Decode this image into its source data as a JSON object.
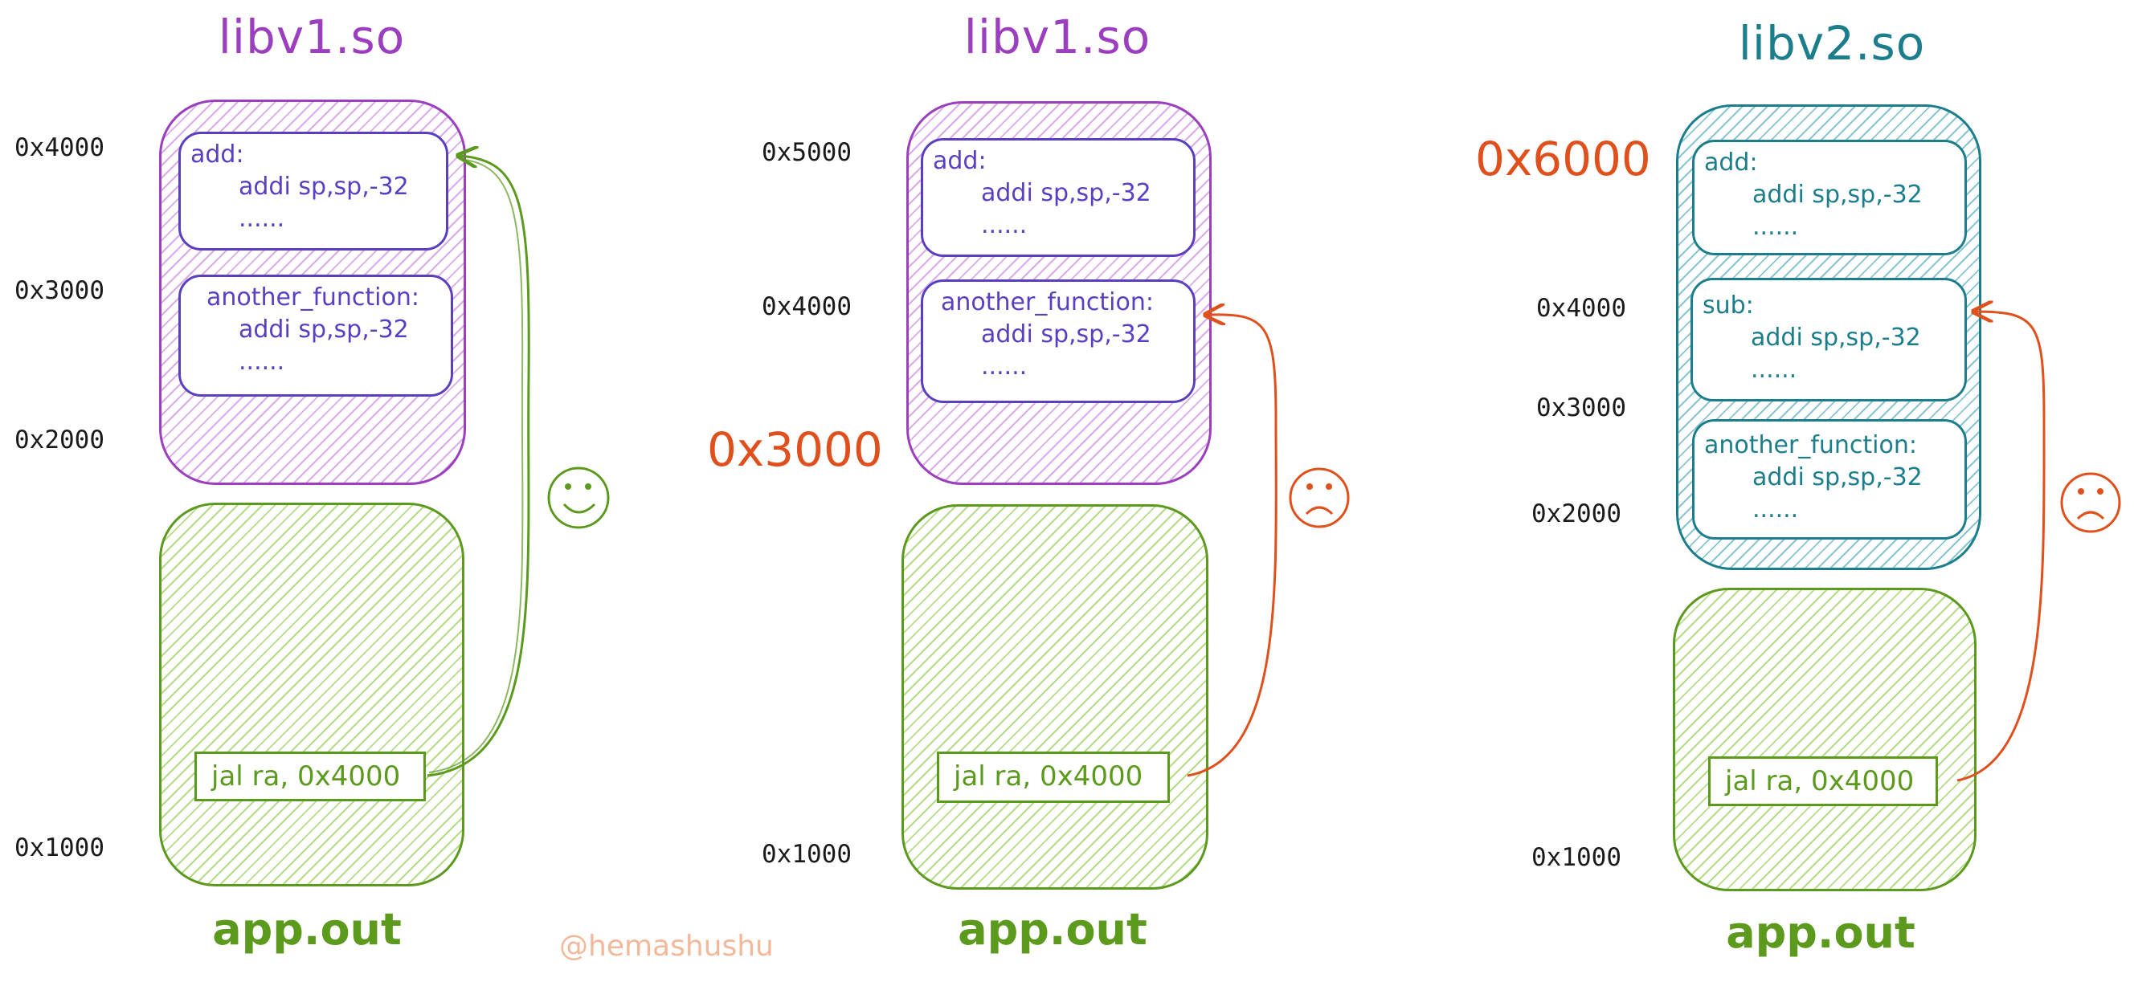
{
  "colors": {
    "lib_purple": "#9b3fbf",
    "lib_teal": "#1c7e8c",
    "app_green": "#5c9a1e",
    "arrow_ok": "#5c9a1e",
    "arrow_bad": "#e0501c",
    "highlight_addr": "#e0501c",
    "watermark": "#f3b89a"
  },
  "panels": [
    {
      "lib_title": "libv1.so",
      "addresses": [
        "0x4000",
        "0x3000",
        "0x2000",
        "0x1000"
      ],
      "functions": [
        {
          "name": "add:",
          "instr": "addi sp,sp,-32",
          "more": "......"
        },
        {
          "name": "another_function:",
          "instr": "addi sp,sp,-32",
          "more": "......"
        }
      ],
      "jal": "jal ra, 0x4000",
      "app_label": "app.out",
      "face_icon": "smiley-face-icon"
    },
    {
      "lib_title": "libv1.so",
      "addresses": [
        "0x5000",
        "0x4000",
        "0x3000",
        "0x1000"
      ],
      "functions": [
        {
          "name": "add:",
          "instr": "addi sp,sp,-32",
          "more": "......"
        },
        {
          "name": "another_function:",
          "instr": "addi sp,sp,-32",
          "more": "......"
        }
      ],
      "jal": "jal ra, 0x4000",
      "app_label": "app.out",
      "face_icon": "sad-face-icon"
    },
    {
      "lib_title": "libv2.so",
      "addresses": [
        "0x6000",
        "0x4000",
        "0x3000",
        "0x2000",
        "0x1000"
      ],
      "functions": [
        {
          "name": "add:",
          "instr": "addi sp,sp,-32",
          "more": "......"
        },
        {
          "name": "sub:",
          "instr": "addi sp,sp,-32",
          "more": "......"
        },
        {
          "name": "another_function:",
          "instr": "addi sp,sp,-32",
          "more": "......"
        }
      ],
      "jal": "jal ra, 0x4000",
      "app_label": "app.out",
      "face_icon": "sad-face-icon"
    }
  ],
  "watermark": "@hemashushu"
}
